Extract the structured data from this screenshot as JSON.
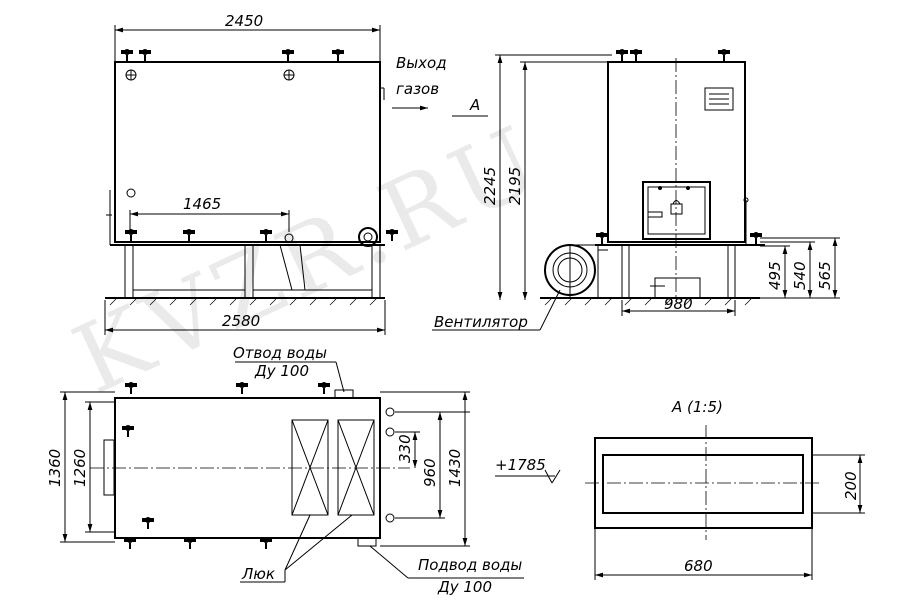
{
  "watermark": "KVZR.RU",
  "front_view": {
    "dim_width_top": "2450",
    "dim_inner": "1465",
    "dim_width_bottom": "2580",
    "gas_outlet_label_1": "Выход",
    "gas_outlet_label_2": "газов",
    "section_marker": "А"
  },
  "side_view": {
    "dim_height_total": "2245",
    "dim_height_body": "2195",
    "dim_495": "495",
    "dim_540": "540",
    "dim_565": "565",
    "dim_980": "980",
    "fan_label": "Вентилятор"
  },
  "plan_view": {
    "water_outlet_label": "Отвод воды",
    "water_outlet_size": "Ду 100",
    "water_inlet_label": "Подвод воды",
    "water_inlet_size": "Ду 100",
    "hatch_label": "Люк",
    "dim_1360": "1360",
    "dim_1260": "1260",
    "dim_330": "330",
    "dim_960": "960",
    "dim_1430": "1430"
  },
  "detail_a": {
    "title": "А (1:5)",
    "level": "+1785",
    "dim_width": "680",
    "dim_height": "200"
  }
}
